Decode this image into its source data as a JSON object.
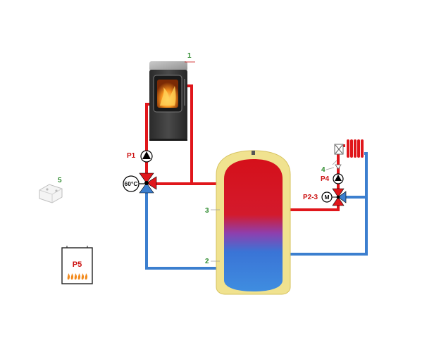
{
  "colors": {
    "hot": "#e0161b",
    "cold": "#3c7fcf",
    "insulation": "#f0e28f",
    "stove_body": "#3a3a3a",
    "flame": "#f28a1c",
    "label_green": "#2e8b2e",
    "label_red": "#cc1111"
  },
  "labels": {
    "stove_number": "1",
    "tank_bottom_number": "2",
    "tank_insulation_number": "3",
    "mixer_valve_number": "4",
    "sensor_number": "5",
    "pump_p1": "P1",
    "pump_p4": "P4",
    "valve_p23": "P2-3",
    "controller": "P5",
    "thermostat_setting": "60°C",
    "motor_mark": "M"
  },
  "icons": {
    "pump": "pump-triangle-icon",
    "three_way_valve": "three-way-valve-icon",
    "motor": "motor-icon",
    "radiator": "radiator-icon",
    "sensor": "sensor-box-icon",
    "controller": "controller-box-icon",
    "stove": "wood-stove-icon"
  }
}
